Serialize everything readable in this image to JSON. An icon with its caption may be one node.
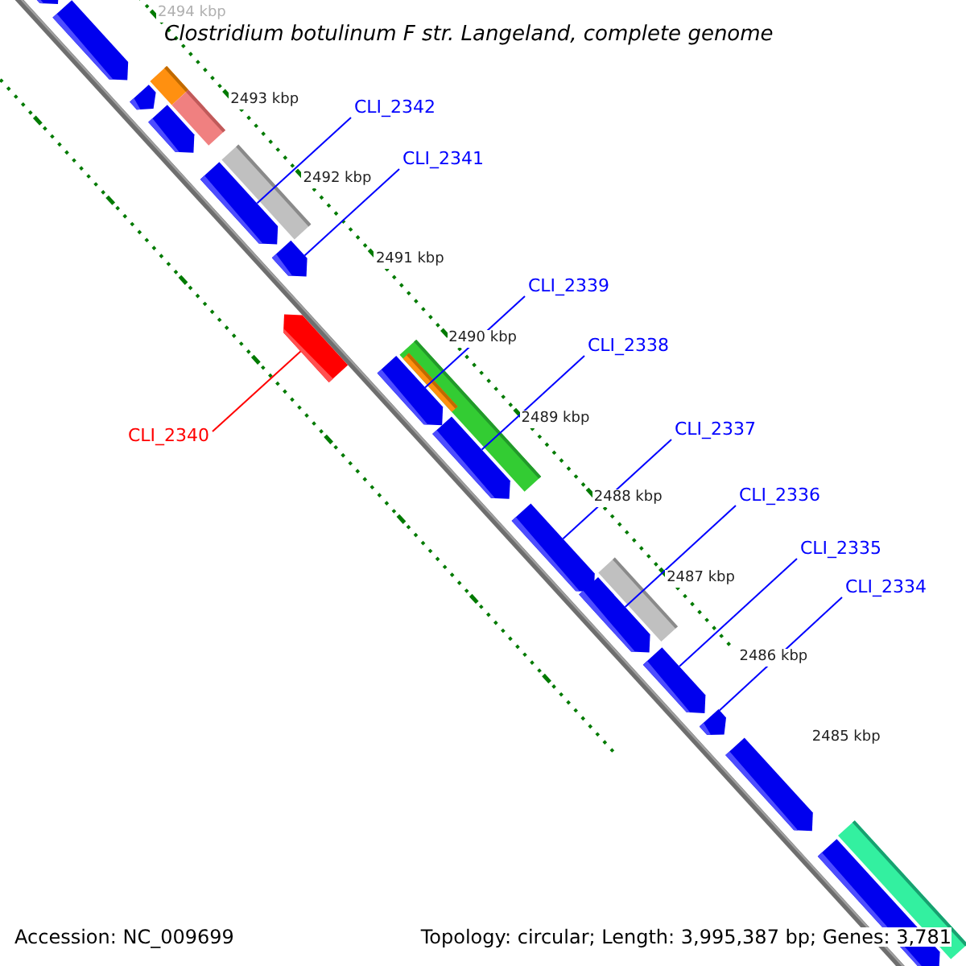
{
  "diagram": {
    "title": "Clostridium botulinum F str. Langeland, complete genome",
    "nodes": [
      {
        "text": [
          "CLI_2342"
        ]
      },
      {
        "text": [],
        "shape": "bar"
      },
      {
        "text": [
          "CLI_2341"
        ]
      },
      {
        "text": [],
        "shape": "bar"
      },
      {
        "text": [
          "CLI_2339"
        ]
      },
      {
        "text": [],
        "shape": "bar"
      },
      {
        "text": [
          "CLI_2338"
        ]
      },
      {
        "text": [],
        "shape": "bar"
      },
      {
        "text": [
          "CLI_2337"
        ]
      },
      {
        "text": [],
        "shape": "bar"
      },
      {
        "text": [
          "CLI_2340"
        ]
      },
      {
        "text": [],
        "shape": "bar"
      },
      {
        "text": [
          "CLI_2336"
        ]
      },
      {
        "text": [],
        "shape": "bar"
      },
      {
        "text": [
          "CLI_2335"
        ]
      },
      {
        "text": [],
        "shape": "bar"
      },
      {
        "text": [
          "CLI_2334"
        ]
      },
      {
        "text": [],
        "shape": "bar"
      },
      {
        "text": [],
        "shape": "bar"
      },
      {
        "text": [],
        "shape": "bar"
      },
      {
        "text": [],
        "shape": "bar"
      },
      {
        "text": [],
        "shape": "bar"
      },
      {
        "text": [],
        "shape": "bar"
      },
      {
        "text": [],
        "shape": "bar"
      }
    ],
    "edges": [
      {
        "from": 0,
        "to": 1,
        "arrow": "none"
      },
      {
        "from": 2,
        "to": 3,
        "arrow": "none"
      },
      {
        "from": 4,
        "to": 5,
        "arrow": "none"
      },
      {
        "from": 6,
        "to": 7,
        "arrow": "none"
      },
      {
        "from": 8,
        "to": 9,
        "arrow": "none"
      },
      {
        "from": 10,
        "to": 11,
        "arrow": "none",
        "color": "#ff0000"
      },
      {
        "from": 12,
        "to": 13,
        "arrow": "none"
      },
      {
        "from": 14,
        "to": 15,
        "arrow": "none"
      },
      {
        "from": 16,
        "to": 17,
        "arrow": "none"
      }
    ],
    "labels": [
      "2494 kbp",
      "2493 kbp",
      "2492 kbp",
      "2491 kbp",
      "2490 kbp",
      "2489 kbp",
      "2488 kbp",
      "2487 kbp",
      "2486 kbp",
      "2485 kbp",
      "Accession: NC_009699",
      "Topology: circular; Length: 3,995,387 bp; Genes: 3,781"
    ]
  }
}
